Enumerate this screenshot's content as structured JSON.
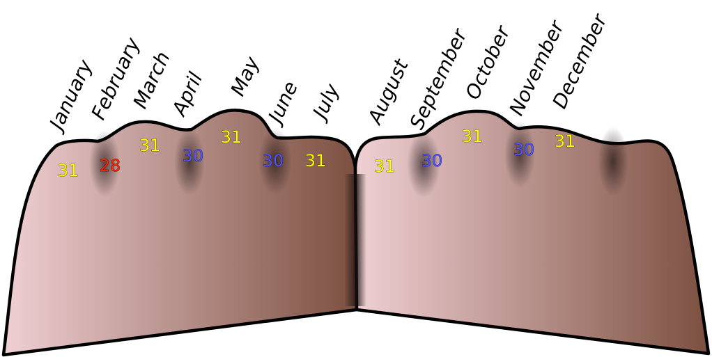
{
  "colors": {
    "days_31": "#ffff00",
    "days_30": "#5555ff",
    "days_28": "#ff2200",
    "skin_light": "#f0d0d4",
    "skin_dark": "#7c5040"
  },
  "months": [
    {
      "name": "January",
      "days": "31",
      "kind": "knuckle",
      "hand": "left"
    },
    {
      "name": "February",
      "days": "28",
      "kind": "valley",
      "hand": "left"
    },
    {
      "name": "March",
      "days": "31",
      "kind": "knuckle",
      "hand": "left"
    },
    {
      "name": "April",
      "days": "30",
      "kind": "valley",
      "hand": "left"
    },
    {
      "name": "May",
      "days": "31",
      "kind": "knuckle",
      "hand": "left"
    },
    {
      "name": "June",
      "days": "30",
      "kind": "valley",
      "hand": "left"
    },
    {
      "name": "July",
      "days": "31",
      "kind": "knuckle",
      "hand": "left"
    },
    {
      "name": "August",
      "days": "31",
      "kind": "knuckle",
      "hand": "right"
    },
    {
      "name": "September",
      "days": "30",
      "kind": "valley",
      "hand": "right"
    },
    {
      "name": "October",
      "days": "31",
      "kind": "knuckle",
      "hand": "right"
    },
    {
      "name": "November",
      "days": "30",
      "kind": "valley",
      "hand": "right"
    },
    {
      "name": "December",
      "days": "31",
      "kind": "knuckle",
      "hand": "right"
    }
  ]
}
